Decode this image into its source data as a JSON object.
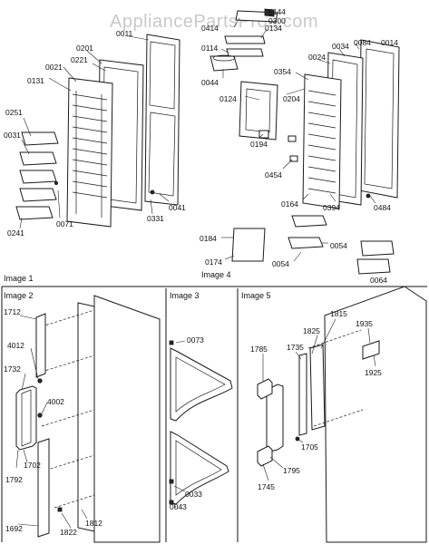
{
  "watermark": "AppliancePartsPros.com",
  "panels": {
    "image1": "Image 1",
    "image2": "Image 2",
    "image3": "Image 3",
    "image4": "Image 4",
    "image5": "Image 5"
  },
  "callouts": {
    "p0011": "0011",
    "p0201": "0201",
    "p0021": "0021",
    "p0221": "0221",
    "p0131": "0131",
    "p0251": "0251",
    "p0031": "0031",
    "p0071": "0071",
    "p0241": "0241",
    "p0331": "0331",
    "p0041": "0041",
    "p0144": "0144",
    "p0300": "0300",
    "p0414": "0414",
    "p0134": "0134",
    "p0114": "0114",
    "p0044": "0044",
    "p0024": "0024",
    "p0034": "0034",
    "p0084": "0084",
    "p0014": "0014",
    "p0354": "0354",
    "p0124": "0124",
    "p0204": "0204",
    "p0194": "0194",
    "p0454": "0454",
    "p0164": "0164",
    "p0394": "0394",
    "p0484": "0484",
    "p0184": "0184",
    "p0054a": "0054",
    "p0174": "0174",
    "p0054b": "0054",
    "p0064": "0064",
    "p1712": "1712",
    "p4012": "4012",
    "p1732": "1732",
    "p4002": "4002",
    "p1702": "1702",
    "p1792": "1792",
    "p1692": "1692",
    "p1822": "1822",
    "p1812": "1812",
    "p0073": "0073",
    "p0033": "0033",
    "p0043": "0043",
    "p1815": "1815",
    "p1825": "1825",
    "p1935": "1935",
    "p1785": "1785",
    "p1735": "1735",
    "p1925": "1925",
    "p1705": "1705",
    "p1795": "1795",
    "p1745": "1745"
  }
}
